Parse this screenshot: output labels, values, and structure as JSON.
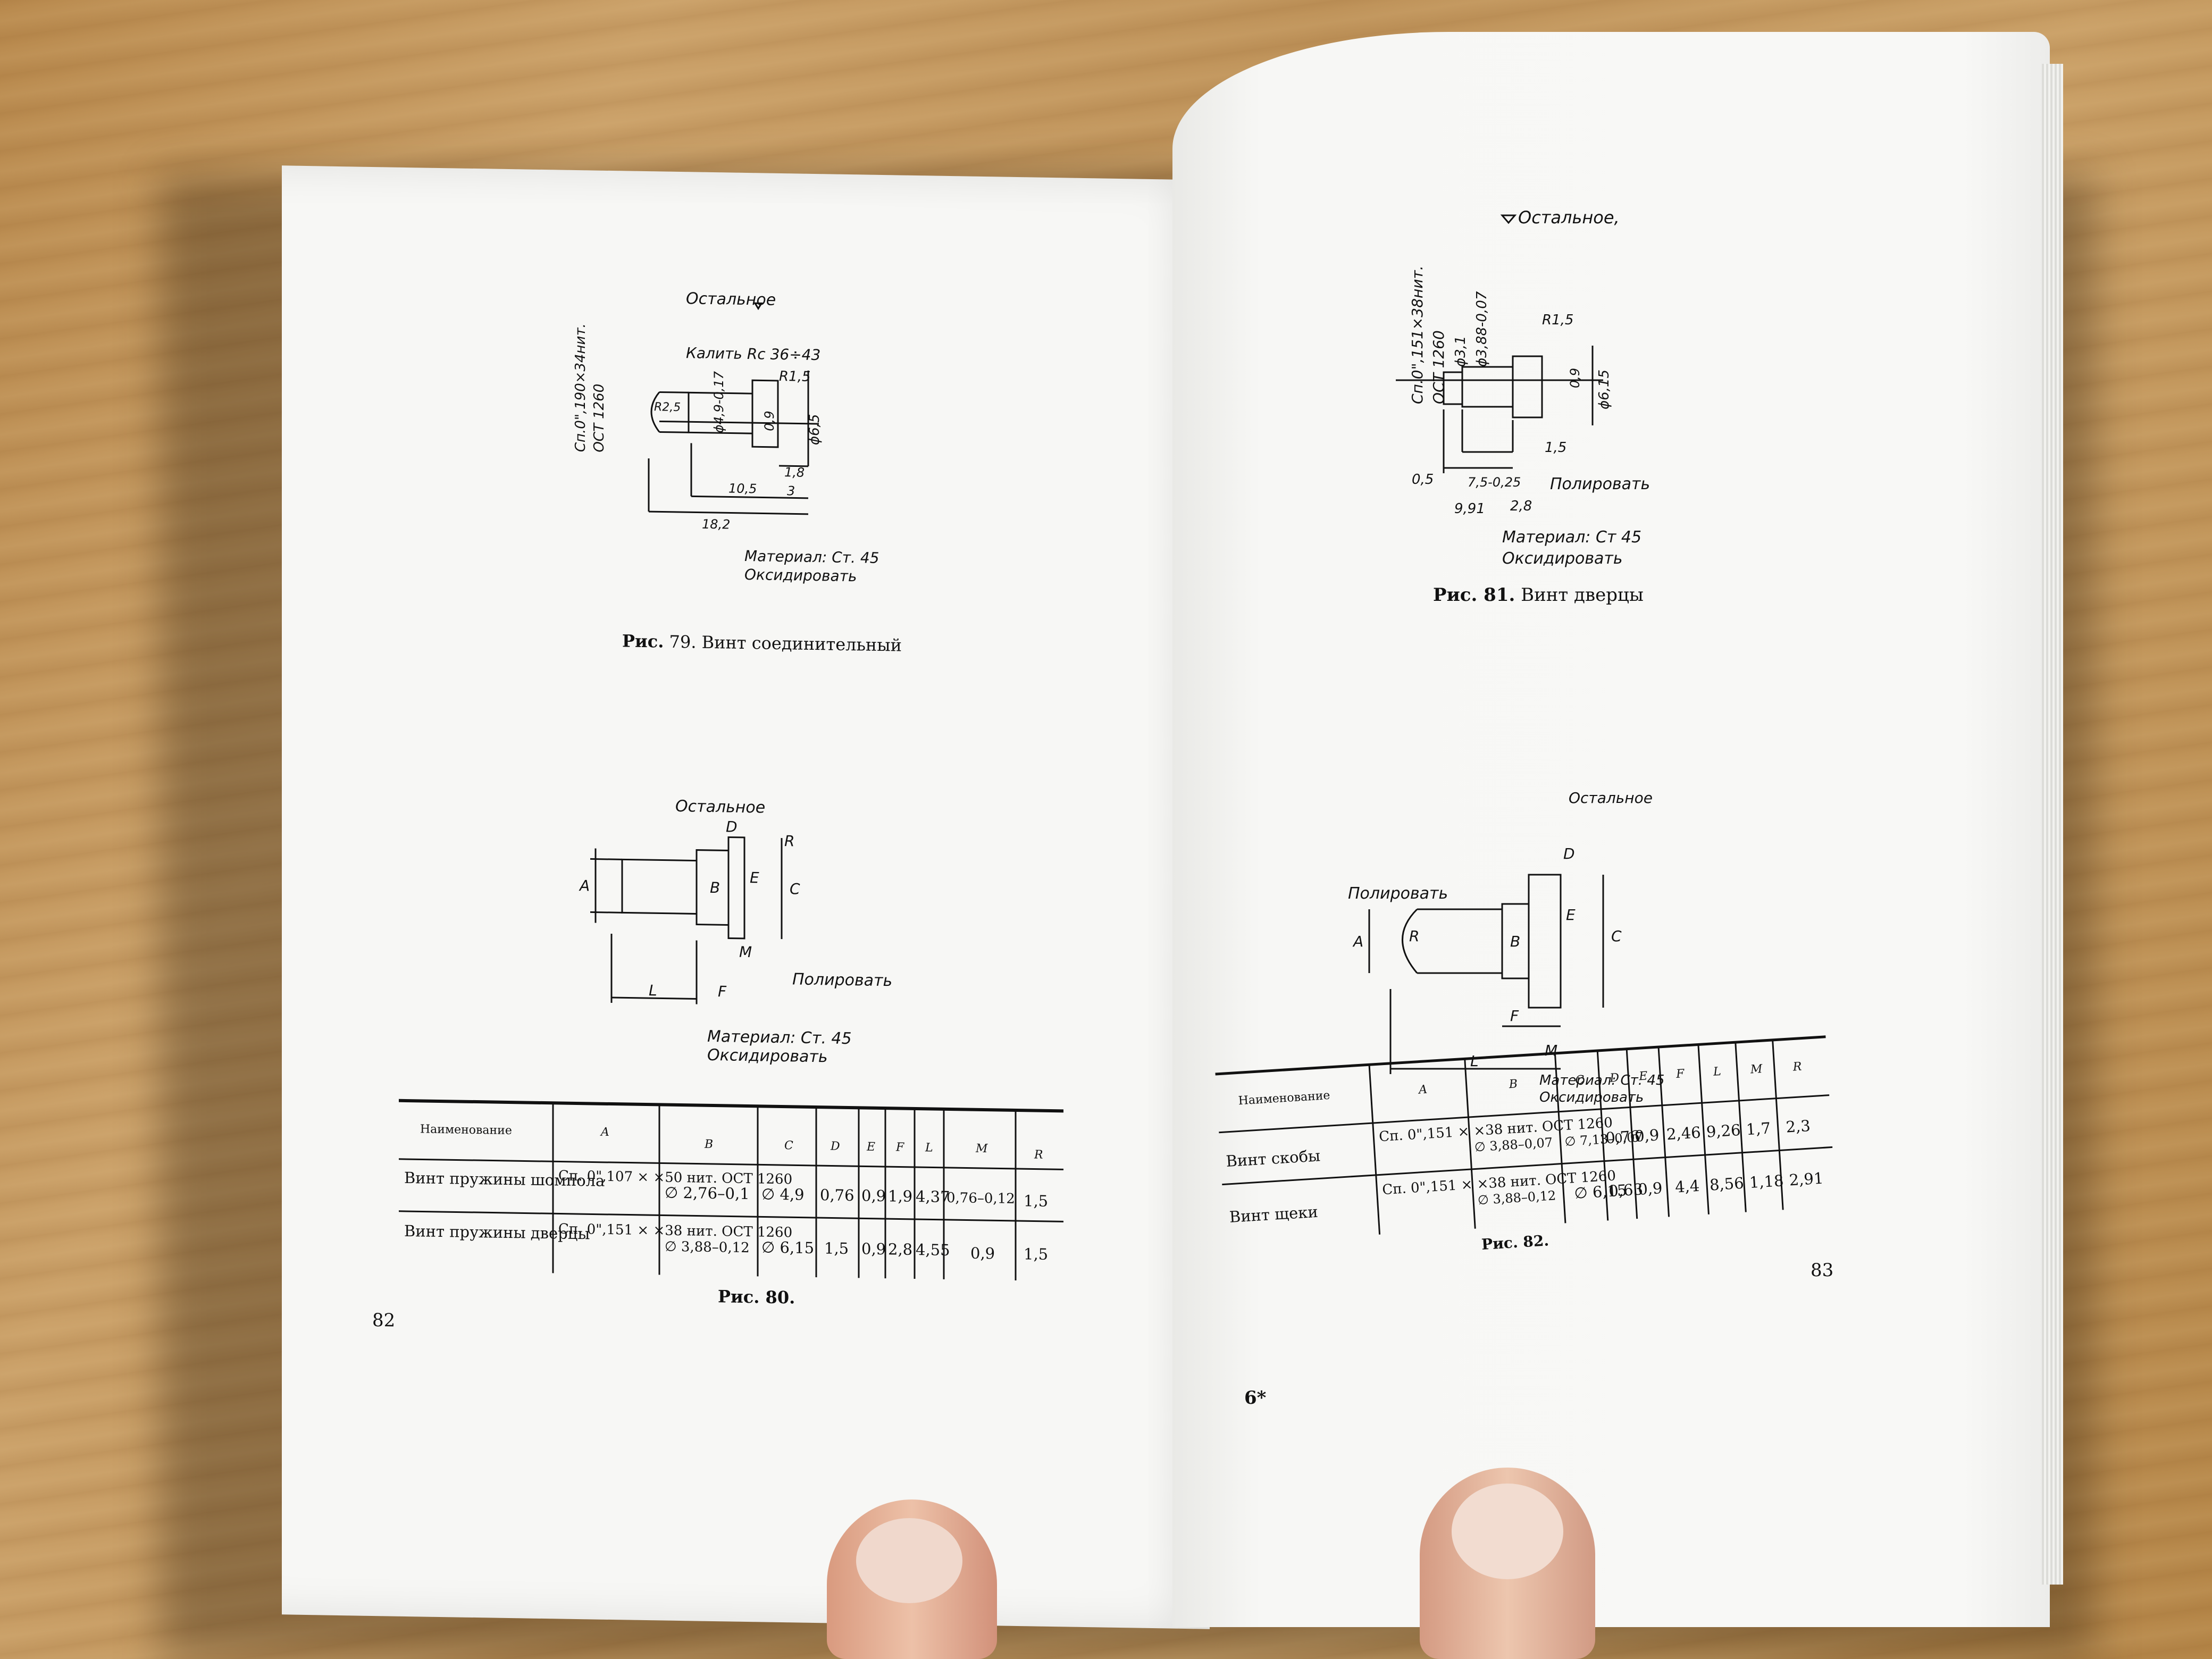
{
  "left_page": {
    "fig79": {
      "surface_note": "Остальное",
      "vertical_note": "Сп.0\",190×34нит.",
      "vertical_note2": "ОСТ 1260",
      "harden": "Калить Rc 36÷43",
      "dims": [
        "R1,5",
        "ϕ4,9-0,17",
        "0,9",
        "ϕ6,5",
        "1,8",
        "3",
        "10,5",
        "18,2",
        "R2,5"
      ],
      "material": "Материал: Ст. 45",
      "finish": "Оксидировать",
      "caption_prefix": "Рис.",
      "caption_num": "79.",
      "caption_text": "Винт соединительный"
    },
    "fig80": {
      "surface_note": "Остальное",
      "dims": [
        "D",
        "R",
        "A",
        "B",
        "E",
        "C",
        "L",
        "F",
        "M"
      ],
      "polish": "Полировать",
      "material": "Материал: Ст. 45",
      "finish": "Оксидировать",
      "table": {
        "headers": [
          "Наименование",
          "A",
          "B",
          "C",
          "D",
          "E",
          "F",
          "L",
          "M",
          "R"
        ],
        "rows": [
          [
            "Винт пружины шомпола",
            "Сп. 0\",107 × ×50 нит. ОСТ 1260",
            "∅ 2,76–0,1",
            "∅ 4,9",
            "0,76",
            "0,9",
            "1,9",
            "4,37",
            "0,76–0,12",
            "1,5"
          ],
          [
            "Винт пружины дверцы",
            "Сп. 0\",151 × ×38 нит. ОСТ 1260",
            "∅ 3,88–0,12",
            "∅ 6,15",
            "1,5",
            "0,9",
            "2,8",
            "4,55",
            "0,9",
            "1,5"
          ]
        ]
      },
      "caption": "Рис. 80."
    },
    "page_number": "82"
  },
  "right_page": {
    "fig81": {
      "surface_note": "Остальное,",
      "vertical_note": "Сп.0\",151×38нит.",
      "vertical_note2": "ОСТ 1260",
      "dims": [
        "ϕ3,1",
        "ϕ3,88-0,07",
        "R1,5",
        "0,9",
        "ϕ6,15",
        "1,5",
        "0,5",
        "7,5-0,2",
        "5",
        "9,91",
        "2,8"
      ],
      "polish": "Полировать",
      "material": "Материал: Ст 45",
      "finish": "Оксидировать",
      "caption_prefix": "Рис. 81.",
      "caption_text": "Винт дверцы"
    },
    "fig82": {
      "surface_note": "Остальное",
      "polish": "Полировать",
      "dims": [
        "D",
        "E",
        "C",
        "A",
        "R",
        "B",
        "F",
        "M",
        "L"
      ],
      "material": "Материал: Ст. 45",
      "finish": "Оксидировать",
      "table": {
        "headers": [
          "Наименование",
          "A",
          "B",
          "C",
          "D",
          "E",
          "F",
          "L",
          "M",
          "R"
        ],
        "rows": [
          [
            "Винт скобы",
            "Сп. 0\",151 × ×38 нит. ОСТ 1260",
            "∅ 3,88–0,07",
            "∅ 7,13–0,07",
            "0,76",
            "0,9",
            "2,46",
            "9,26",
            "1,7",
            "2,3"
          ],
          [
            "Винт щеки",
            "Сп. 0\",151 × ×38 нит. ОСТ 1260",
            "∅ 3,88–0,12",
            "∅ 6,15",
            "0,63",
            "0,9",
            "4,4",
            "8,56",
            "1,18",
            "2,91"
          ]
        ]
      },
      "caption": "Рис. 82."
    },
    "page_number": "83",
    "signature_mark": "6*"
  },
  "colors": {
    "paper": "#f7f7f5",
    "ink": "#111111",
    "wood": "#c49a60",
    "skin": "#e7b79c"
  }
}
